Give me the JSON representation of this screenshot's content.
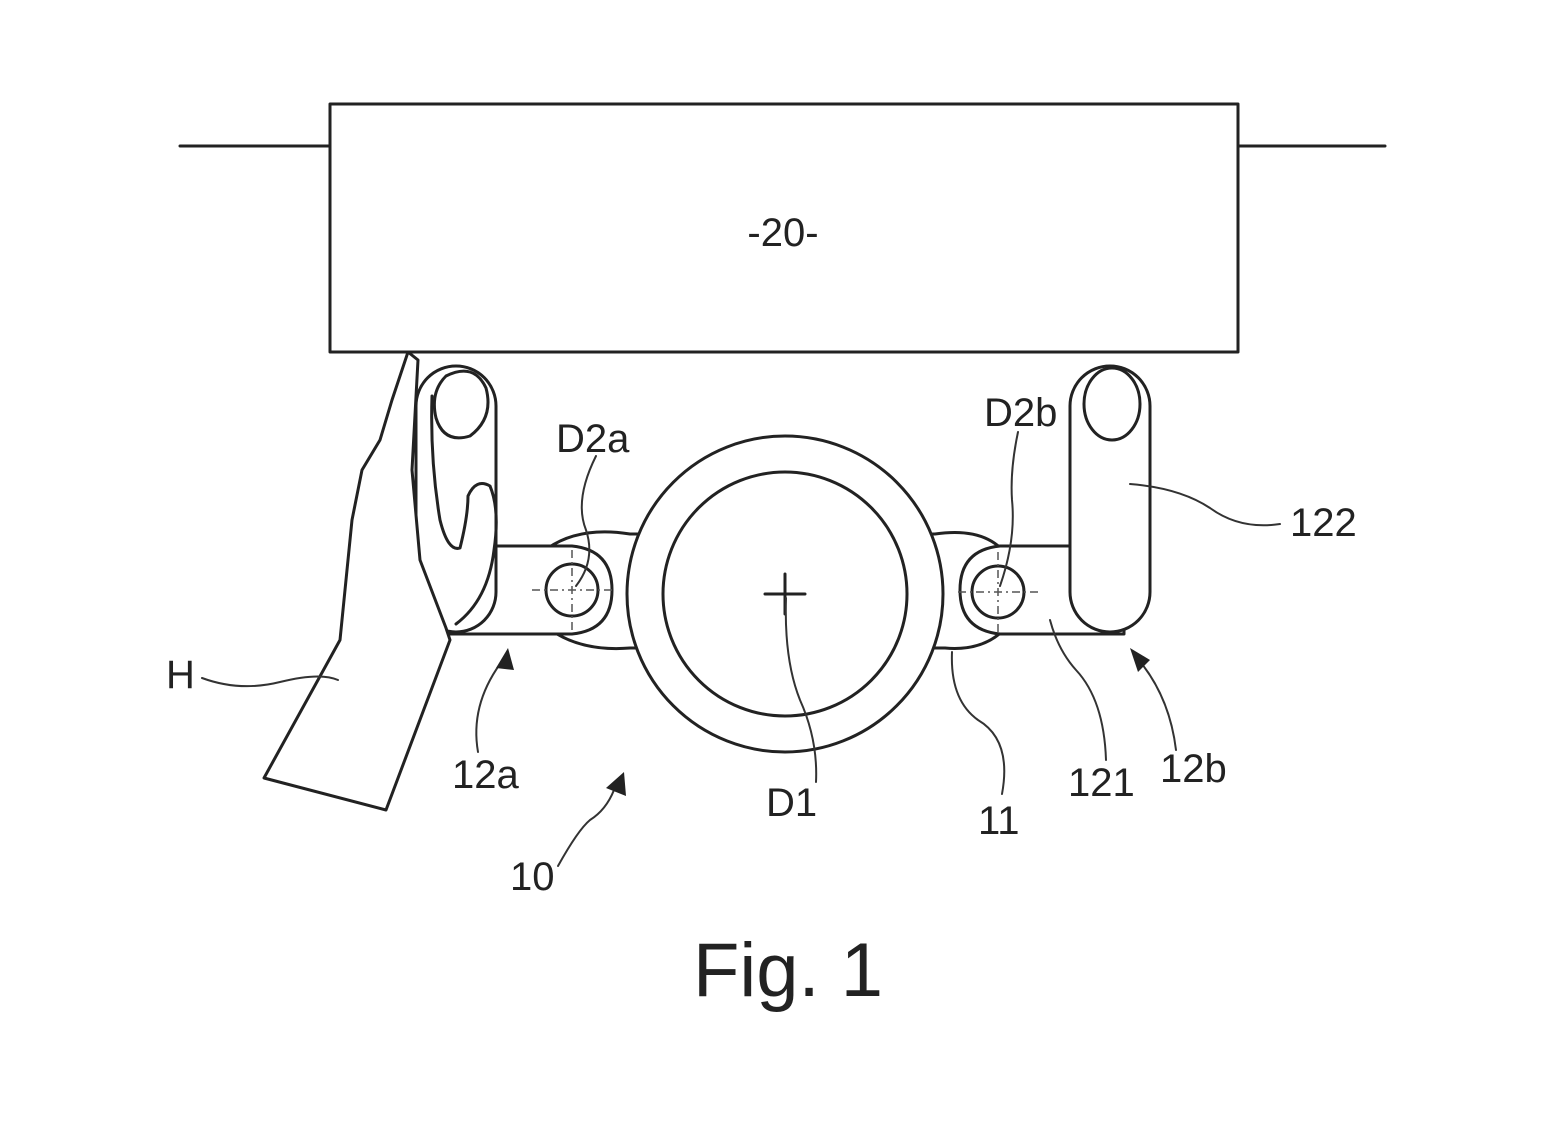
{
  "labels": {
    "box": "-20-",
    "hand": "H",
    "pivot_a": "D2a",
    "pivot_b": "D2b",
    "handle_b": "122",
    "arm_b": "121",
    "lever_a": "12a",
    "lever_b": "12b",
    "device": "10",
    "center_axis": "D1",
    "bracket": "11"
  },
  "caption": "Fig. 1"
}
